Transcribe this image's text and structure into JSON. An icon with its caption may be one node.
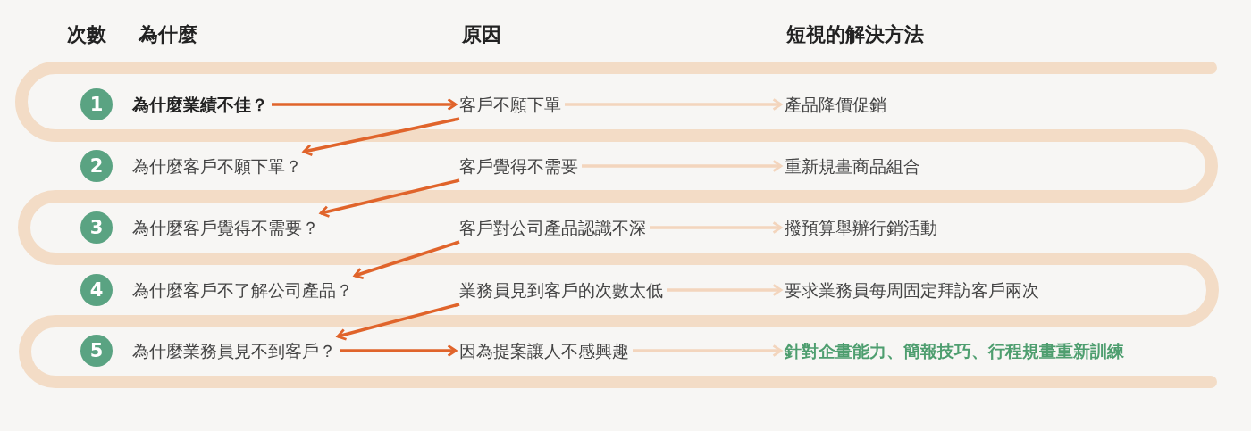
{
  "diagram": {
    "nodes": [
      {
        "text": [
          "1"
        ]
      },
      {
        "text": [
          "為什麼業績不佳？"
        ]
      },
      {
        "text": [
          "客戶不願下單"
        ]
      },
      {
        "text": [
          "產品降價促銷"
        ]
      },
      {
        "text": [
          "2"
        ]
      },
      {
        "text": [
          "為什麼客戶不願下單？"
        ]
      },
      {
        "text": [
          "客戶覺得不需要"
        ]
      },
      {
        "text": [
          "重新規畫商品組合"
        ]
      },
      {
        "text": [
          "3"
        ]
      },
      {
        "text": [
          "為什麼客戶覺得不需要？"
        ]
      },
      {
        "text": [
          "客戶對公司產品認識不深"
        ]
      },
      {
        "text": [
          "撥預算舉辦行銷活動"
        ]
      },
      {
        "text": [
          "4"
        ]
      },
      {
        "text": [
          "為什麼客戶不了解公司產品？"
        ]
      },
      {
        "text": [
          "業務員見到客戶的次數太低"
        ]
      },
      {
        "text": [
          "要求業務員每周固定拜訪客戶兩次"
        ]
      },
      {
        "text": [
          "5"
        ]
      },
      {
        "text": [
          "為什麼業務員見不到客戶？"
        ]
      },
      {
        "text": [
          "因為提案讓人不感興趣"
        ]
      },
      {
        "text": [
          "針對企畫能力、簡報技巧、行程規畫重新訓練"
        ]
      }
    ],
    "edges": [
      {
        "from": 1,
        "to": 2,
        "arrow": "to"
      },
      {
        "from": 2,
        "to": 3,
        "arrow": "to",
        "color": "#f3d5bd"
      },
      {
        "from": 2,
        "to": 5,
        "arrow": "to"
      },
      {
        "from": 6,
        "to": 7,
        "arrow": "to",
        "color": "#f3d5bd"
      },
      {
        "from": 6,
        "to": 9,
        "arrow": "to"
      },
      {
        "from": 10,
        "to": 11,
        "arrow": "to",
        "color": "#f3d5bd"
      },
      {
        "from": 10,
        "to": 13,
        "arrow": "to"
      },
      {
        "from": 14,
        "to": 15,
        "arrow": "to",
        "color": "#f3d5bd"
      },
      {
        "from": 14,
        "to": 17,
        "arrow": "to"
      },
      {
        "from": 17,
        "to": 18,
        "arrow": "to"
      },
      {
        "from": 18,
        "to": 19,
        "arrow": "to",
        "color": "#f3d5bd"
      }
    ],
    "labels": [
      "次數",
      "為什麼",
      "原因",
      "短視的解決方法"
    ]
  }
}
